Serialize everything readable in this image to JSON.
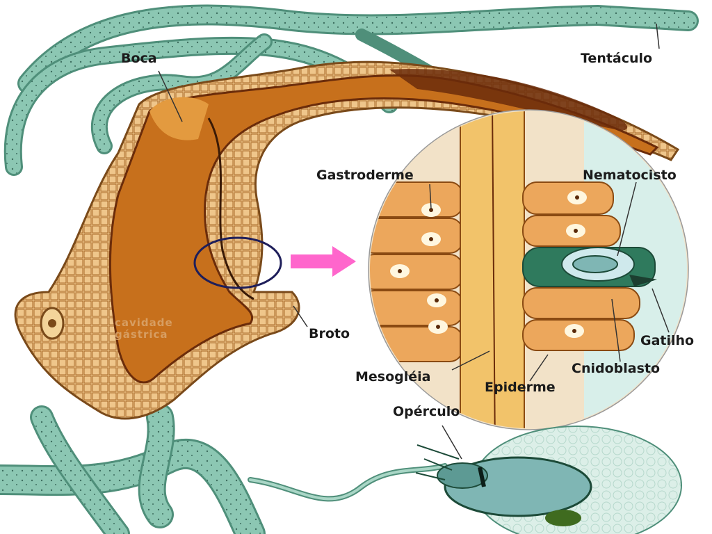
{
  "labels": {
    "boca": "Boca",
    "tentaculo": "Tentáculo",
    "gastroderme": "Gastroderme",
    "nematocisto": "Nematocisto",
    "broto": "Broto",
    "gatilho": "Gatilho",
    "cnidoblasto": "Cnidoblasto",
    "mesogleia": "Mesogléia",
    "epiderme": "Epiderme",
    "operculo": "Opérculo",
    "cavidade_line1": "cavidade",
    "cavidade_line2": "gástrica"
  },
  "colors": {
    "tentacle": "#8cc7b3",
    "tentacle_outline": "#4f8f7a",
    "body_wall": "#e8b878",
    "gastric_cavity": "#c7701c",
    "cavity_dark": "#6b2c0a",
    "arrow": "#ff66cc",
    "zoom_bg": "#f2e2c8",
    "label_text": "#1b1b1b"
  },
  "icons": [
    "zoom-circle-outline",
    "magnification-arrow"
  ]
}
